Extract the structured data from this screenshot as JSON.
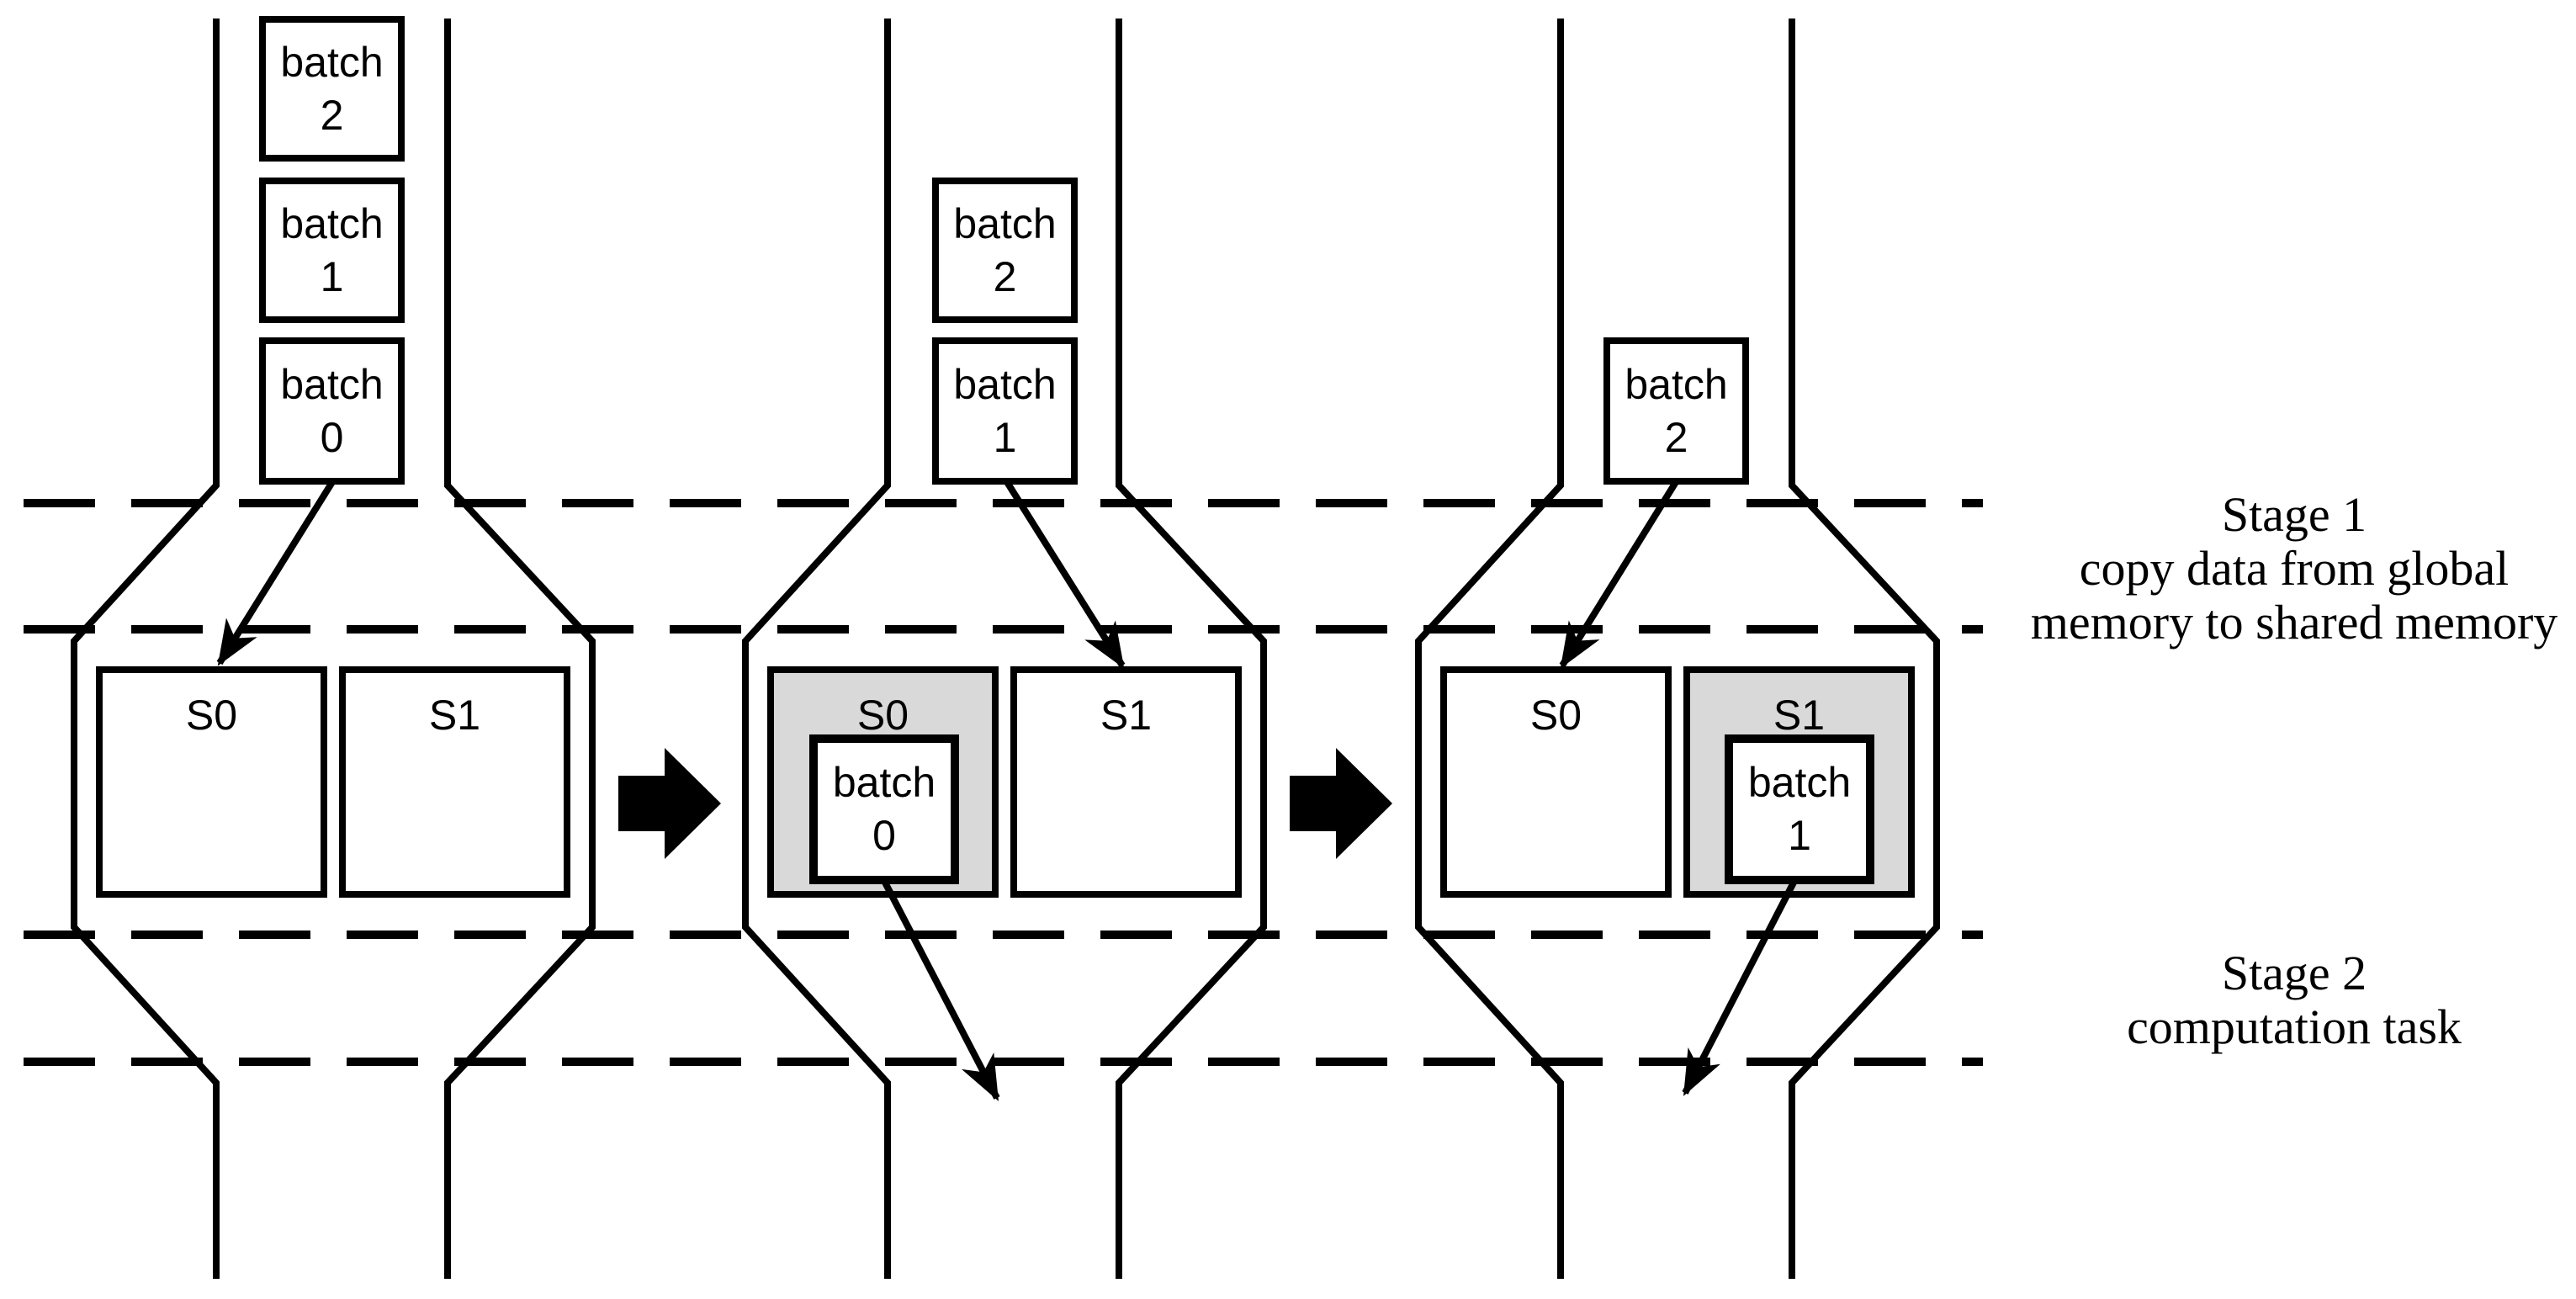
{
  "colors": {
    "stroke": "#000000",
    "buffer_fill": "#d9d9d9",
    "background": "#ffffff"
  },
  "panels": [
    {
      "queue": [
        {
          "word": "batch",
          "num": "2"
        },
        {
          "word": "batch",
          "num": "1"
        },
        {
          "word": "batch",
          "num": "0"
        }
      ],
      "buffers": [
        {
          "name": "S0"
        },
        {
          "name": "S1"
        }
      ]
    },
    {
      "queue": [
        {
          "word": "batch",
          "num": "2"
        },
        {
          "word": "batch",
          "num": "1"
        }
      ],
      "buffers": [
        {
          "name": "S0",
          "content": {
            "word": "batch",
            "num": "0"
          }
        },
        {
          "name": "S1"
        }
      ]
    },
    {
      "queue": [
        {
          "word": "batch",
          "num": "2"
        }
      ],
      "buffers": [
        {
          "name": "S0"
        },
        {
          "name": "S1",
          "content": {
            "word": "batch",
            "num": "1"
          }
        }
      ]
    }
  ],
  "annotations": {
    "stage1": {
      "line1": "Stage 1",
      "line2": "copy data from global",
      "line3": "memory to shared memory"
    },
    "stage2": {
      "line1": "Stage 2",
      "line2": "computation task"
    }
  }
}
